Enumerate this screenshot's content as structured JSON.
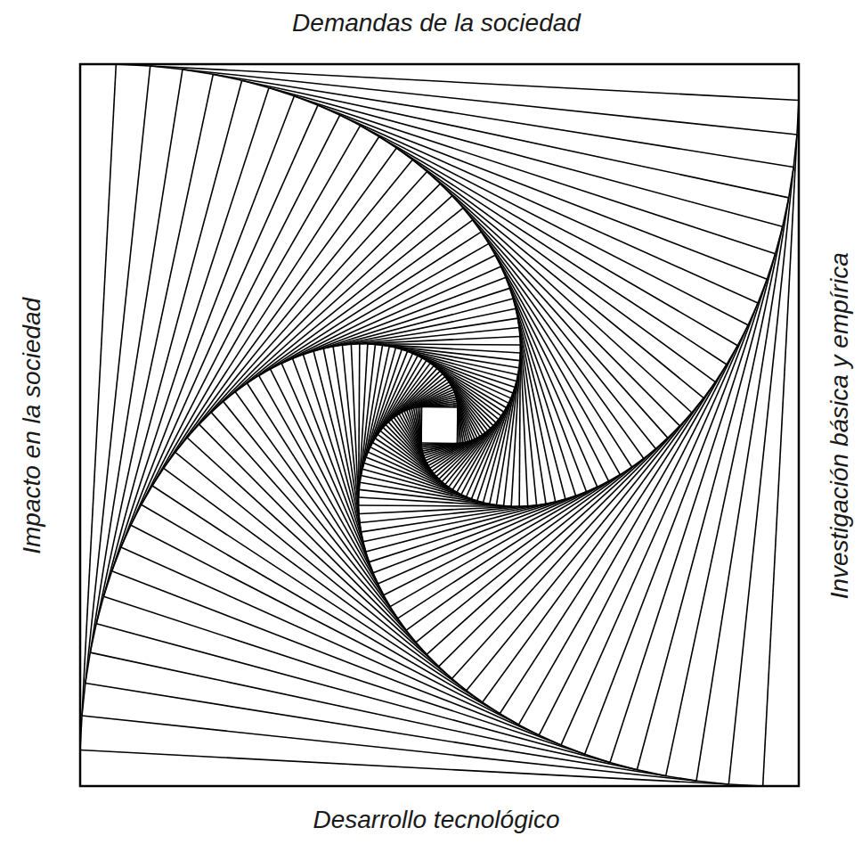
{
  "diagram": {
    "labels": [
      "Demandas de la sociedad",
      "Investigación básica y empírica",
      "Desarrollo tecnológico",
      "Impacto en la sociedad"
    ]
  }
}
